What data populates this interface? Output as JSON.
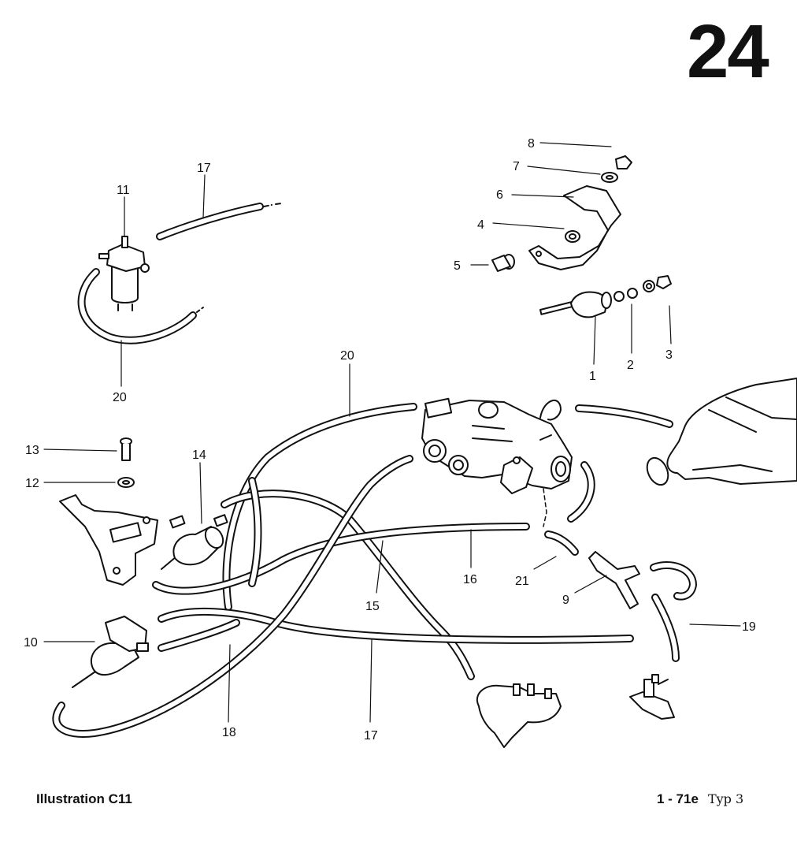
{
  "page": {
    "number": "24"
  },
  "footer": {
    "illustration": "Illustration C11",
    "code": "1 - 71e",
    "type": "Typ 3"
  },
  "callouts": [
    "1",
    "2",
    "3",
    "4",
    "5",
    "6",
    "7",
    "8",
    "9",
    "10",
    "11",
    "12",
    "13",
    "14",
    "15",
    "16",
    "17",
    "18",
    "19",
    "20",
    "21",
    "17",
    "20"
  ]
}
